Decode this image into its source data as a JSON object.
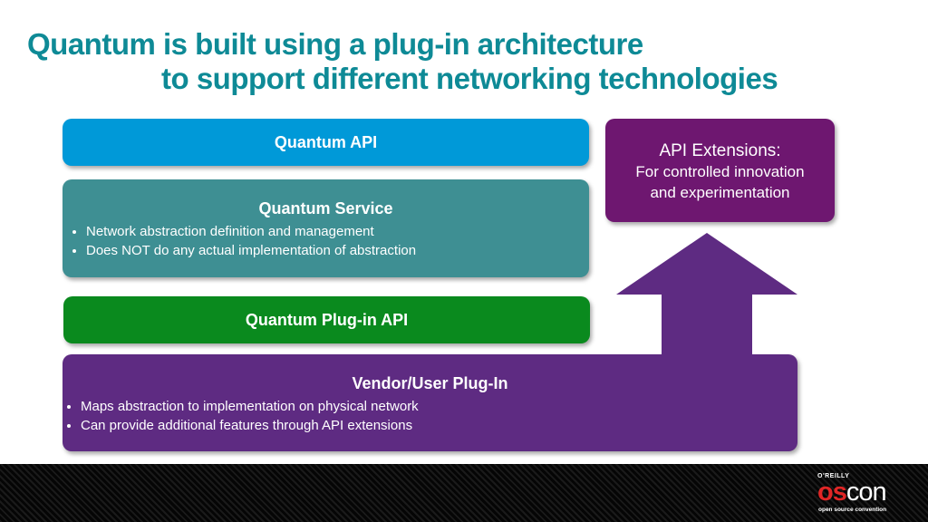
{
  "title": {
    "line1": "Quantum is built using a plug-in architecture",
    "line2": "to support different networking technologies"
  },
  "quantum_api": {
    "label": "Quantum API",
    "color": "#0099d8"
  },
  "quantum_service": {
    "label": "Quantum Service",
    "bullets": [
      "Network abstraction definition and management",
      "Does NOT do any actual implementation of abstraction"
    ],
    "color": "#3e8f93"
  },
  "plugin_api": {
    "label": "Quantum Plug-in API",
    "color": "#0a8a1e"
  },
  "vendor_plugin": {
    "label": "Vendor/User Plug-In",
    "bullets": [
      "Maps abstraction to implementation on physical network",
      "Can provide additional features through API extensions"
    ],
    "color": "#5e2b82"
  },
  "api_extensions": {
    "title": "API Extensions:",
    "line1": "For controlled innovation",
    "line2": "and experimentation",
    "color": "#6e1770"
  },
  "arrow": {
    "icon": "up-arrow",
    "color": "#5e2b82"
  },
  "footer": {
    "logo": {
      "publisher": "O'REILLY",
      "os": "os",
      "con": "con",
      "tagline": "open source convention"
    }
  }
}
